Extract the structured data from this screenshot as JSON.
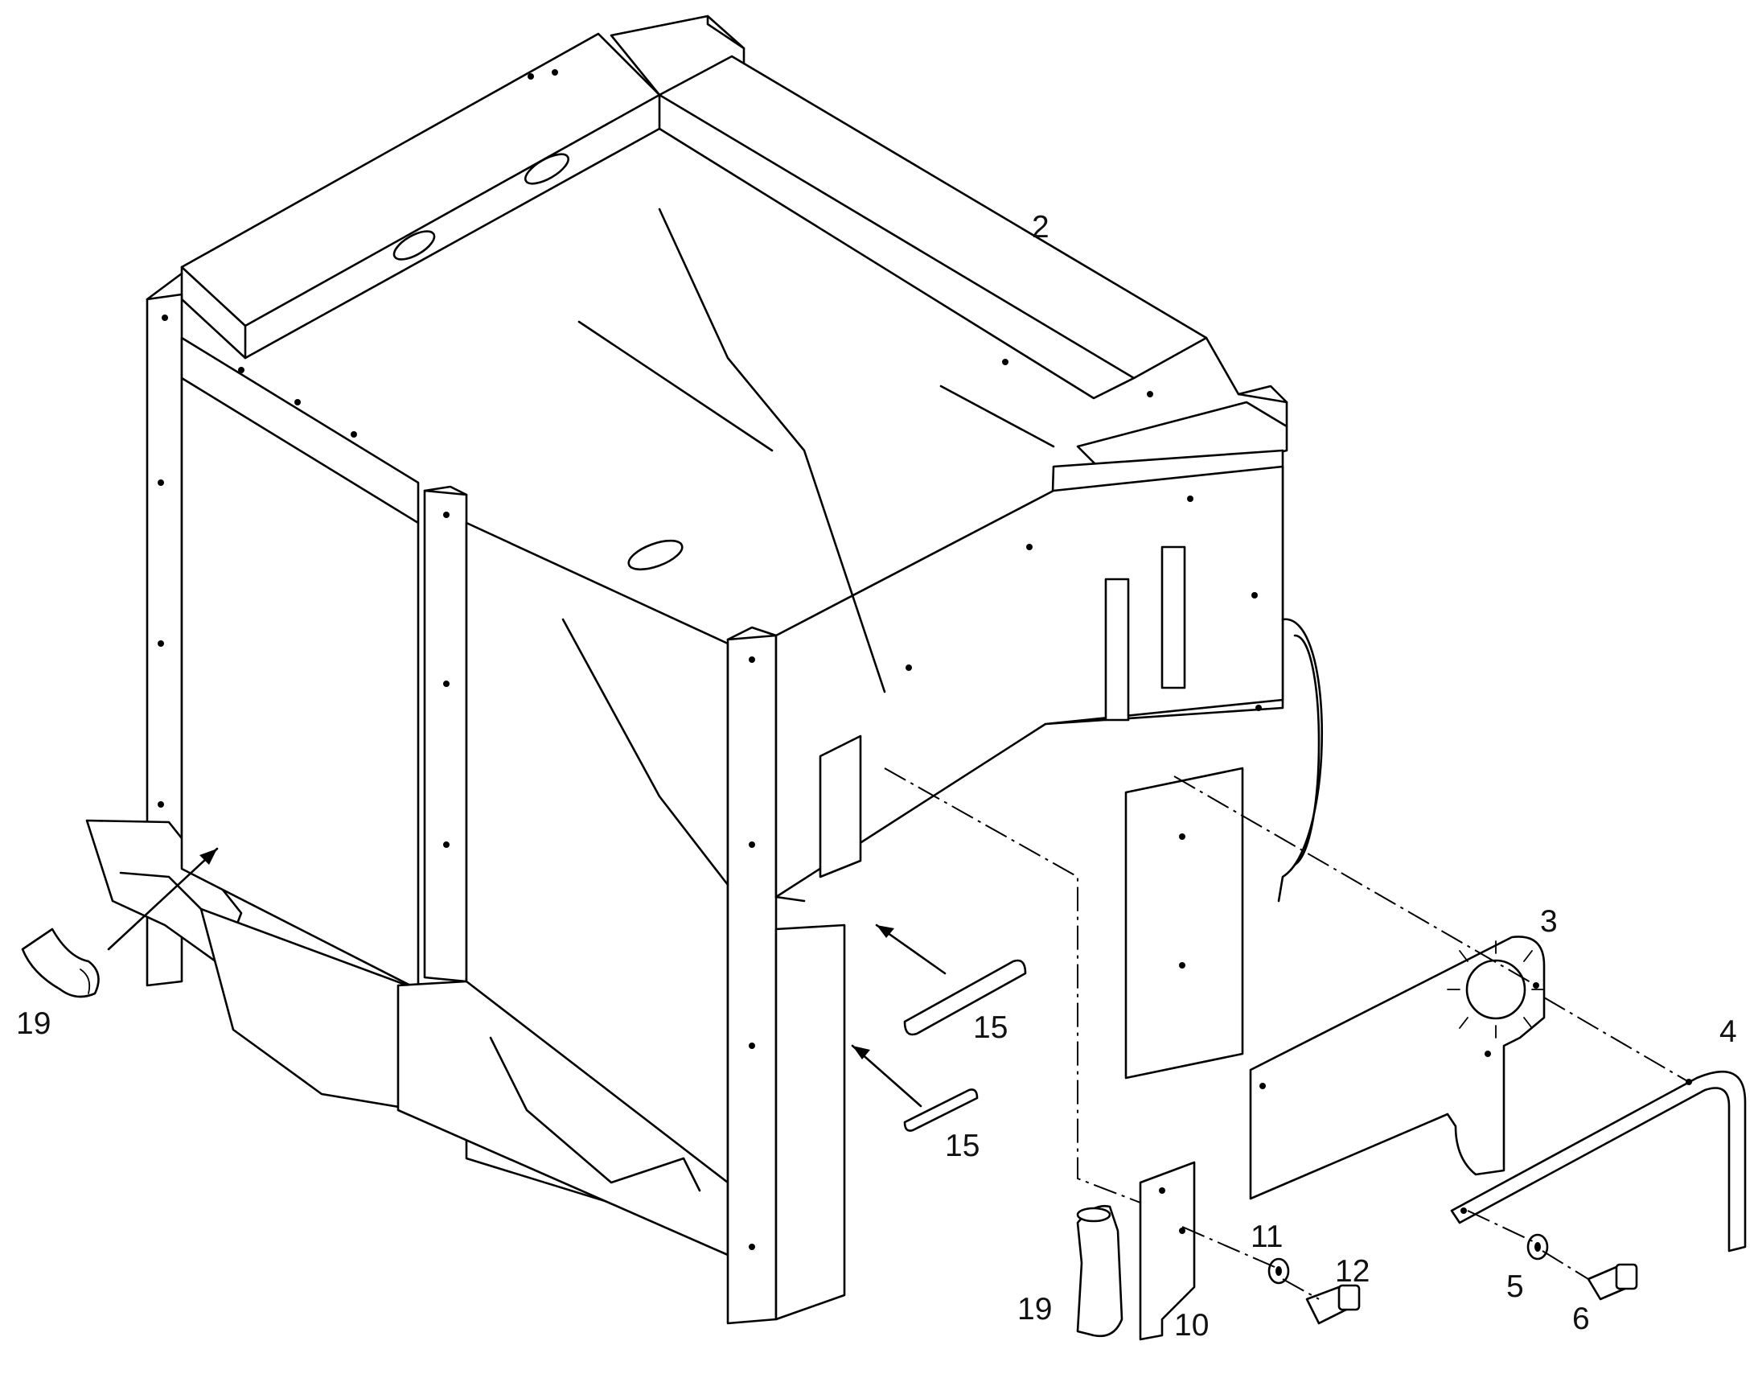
{
  "figure": {
    "type": "exploded-parts-diagram",
    "line_color": "#000000",
    "background": "#ffffff"
  },
  "callouts": {
    "c2": "2",
    "c3": "3",
    "c4": "4",
    "c5": "5",
    "c6": "6",
    "c10": "10",
    "c11": "11",
    "c12": "12",
    "c15a": "15",
    "c15b": "15",
    "c19a": "19",
    "c19b": "19"
  }
}
